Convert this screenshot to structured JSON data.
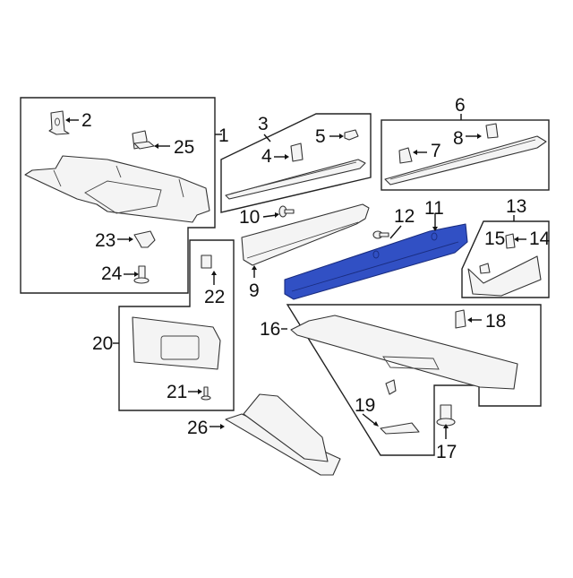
{
  "diagram": {
    "title": "Interior trim exploded parts diagram",
    "highlight_color": "#3150c4",
    "highlighted_part": "11",
    "callouts": [
      {
        "id": "1",
        "label": "1"
      },
      {
        "id": "2",
        "label": "2"
      },
      {
        "id": "3",
        "label": "3"
      },
      {
        "id": "4",
        "label": "4"
      },
      {
        "id": "5",
        "label": "5"
      },
      {
        "id": "6",
        "label": "6"
      },
      {
        "id": "7",
        "label": "7"
      },
      {
        "id": "8",
        "label": "8"
      },
      {
        "id": "9",
        "label": "9"
      },
      {
        "id": "10",
        "label": "10"
      },
      {
        "id": "11",
        "label": "11"
      },
      {
        "id": "12",
        "label": "12"
      },
      {
        "id": "13",
        "label": "13"
      },
      {
        "id": "14",
        "label": "14"
      },
      {
        "id": "15",
        "label": "15"
      },
      {
        "id": "16",
        "label": "16"
      },
      {
        "id": "17",
        "label": "17"
      },
      {
        "id": "18",
        "label": "18"
      },
      {
        "id": "19",
        "label": "19"
      },
      {
        "id": "20",
        "label": "20"
      },
      {
        "id": "21",
        "label": "21"
      },
      {
        "id": "22",
        "label": "22"
      },
      {
        "id": "23",
        "label": "23"
      },
      {
        "id": "24",
        "label": "24"
      },
      {
        "id": "25",
        "label": "25"
      },
      {
        "id": "26",
        "label": "26"
      }
    ]
  }
}
